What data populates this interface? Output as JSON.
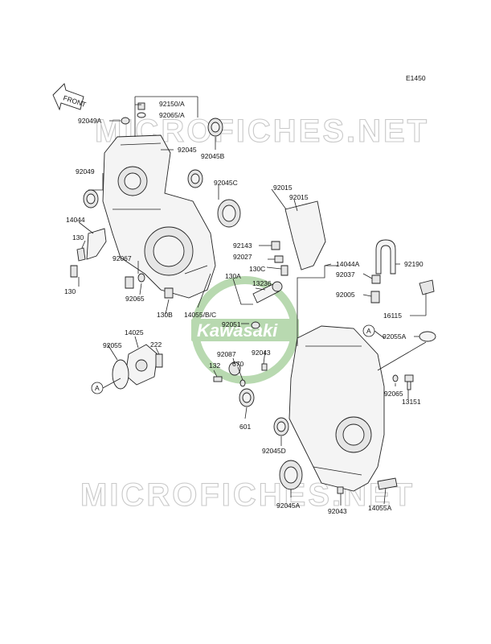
{
  "code": "E1450",
  "front_label": "FRONT",
  "watermark": "MICROFICHES.NET",
  "logo_text": "Kawasaki",
  "callouts": {
    "c1": "92150/A",
    "c2": "92065/A",
    "c3": "92049A",
    "c4": "92045",
    "c5": "92045B",
    "c6": "92049",
    "c7": "92045C",
    "c8": "14044",
    "c9": "130",
    "c10": "130",
    "c11": "92067",
    "c12": "92065",
    "c13": "130B",
    "c14": "14055/B/C",
    "c15": "130A",
    "c16": "13236",
    "c17": "92051",
    "c18": "92043",
    "c19": "92015",
    "c20": "92015",
    "c21": "92143",
    "c22": "92027",
    "c23": "130C",
    "c24": "14044A",
    "c25": "92190",
    "c26": "92037",
    "c27": "92005",
    "c28": "16115",
    "c29": "92055A",
    "c30": "14025",
    "c31": "92055",
    "c32": "222",
    "c33": "92087",
    "c34": "670",
    "c35": "132",
    "c36": "601",
    "c37": "92045D",
    "c38": "92065",
    "c39": "13151",
    "c40": "92045A",
    "c41": "92043",
    "c42": "14055A"
  },
  "ref_markers": [
    "A",
    "A"
  ]
}
